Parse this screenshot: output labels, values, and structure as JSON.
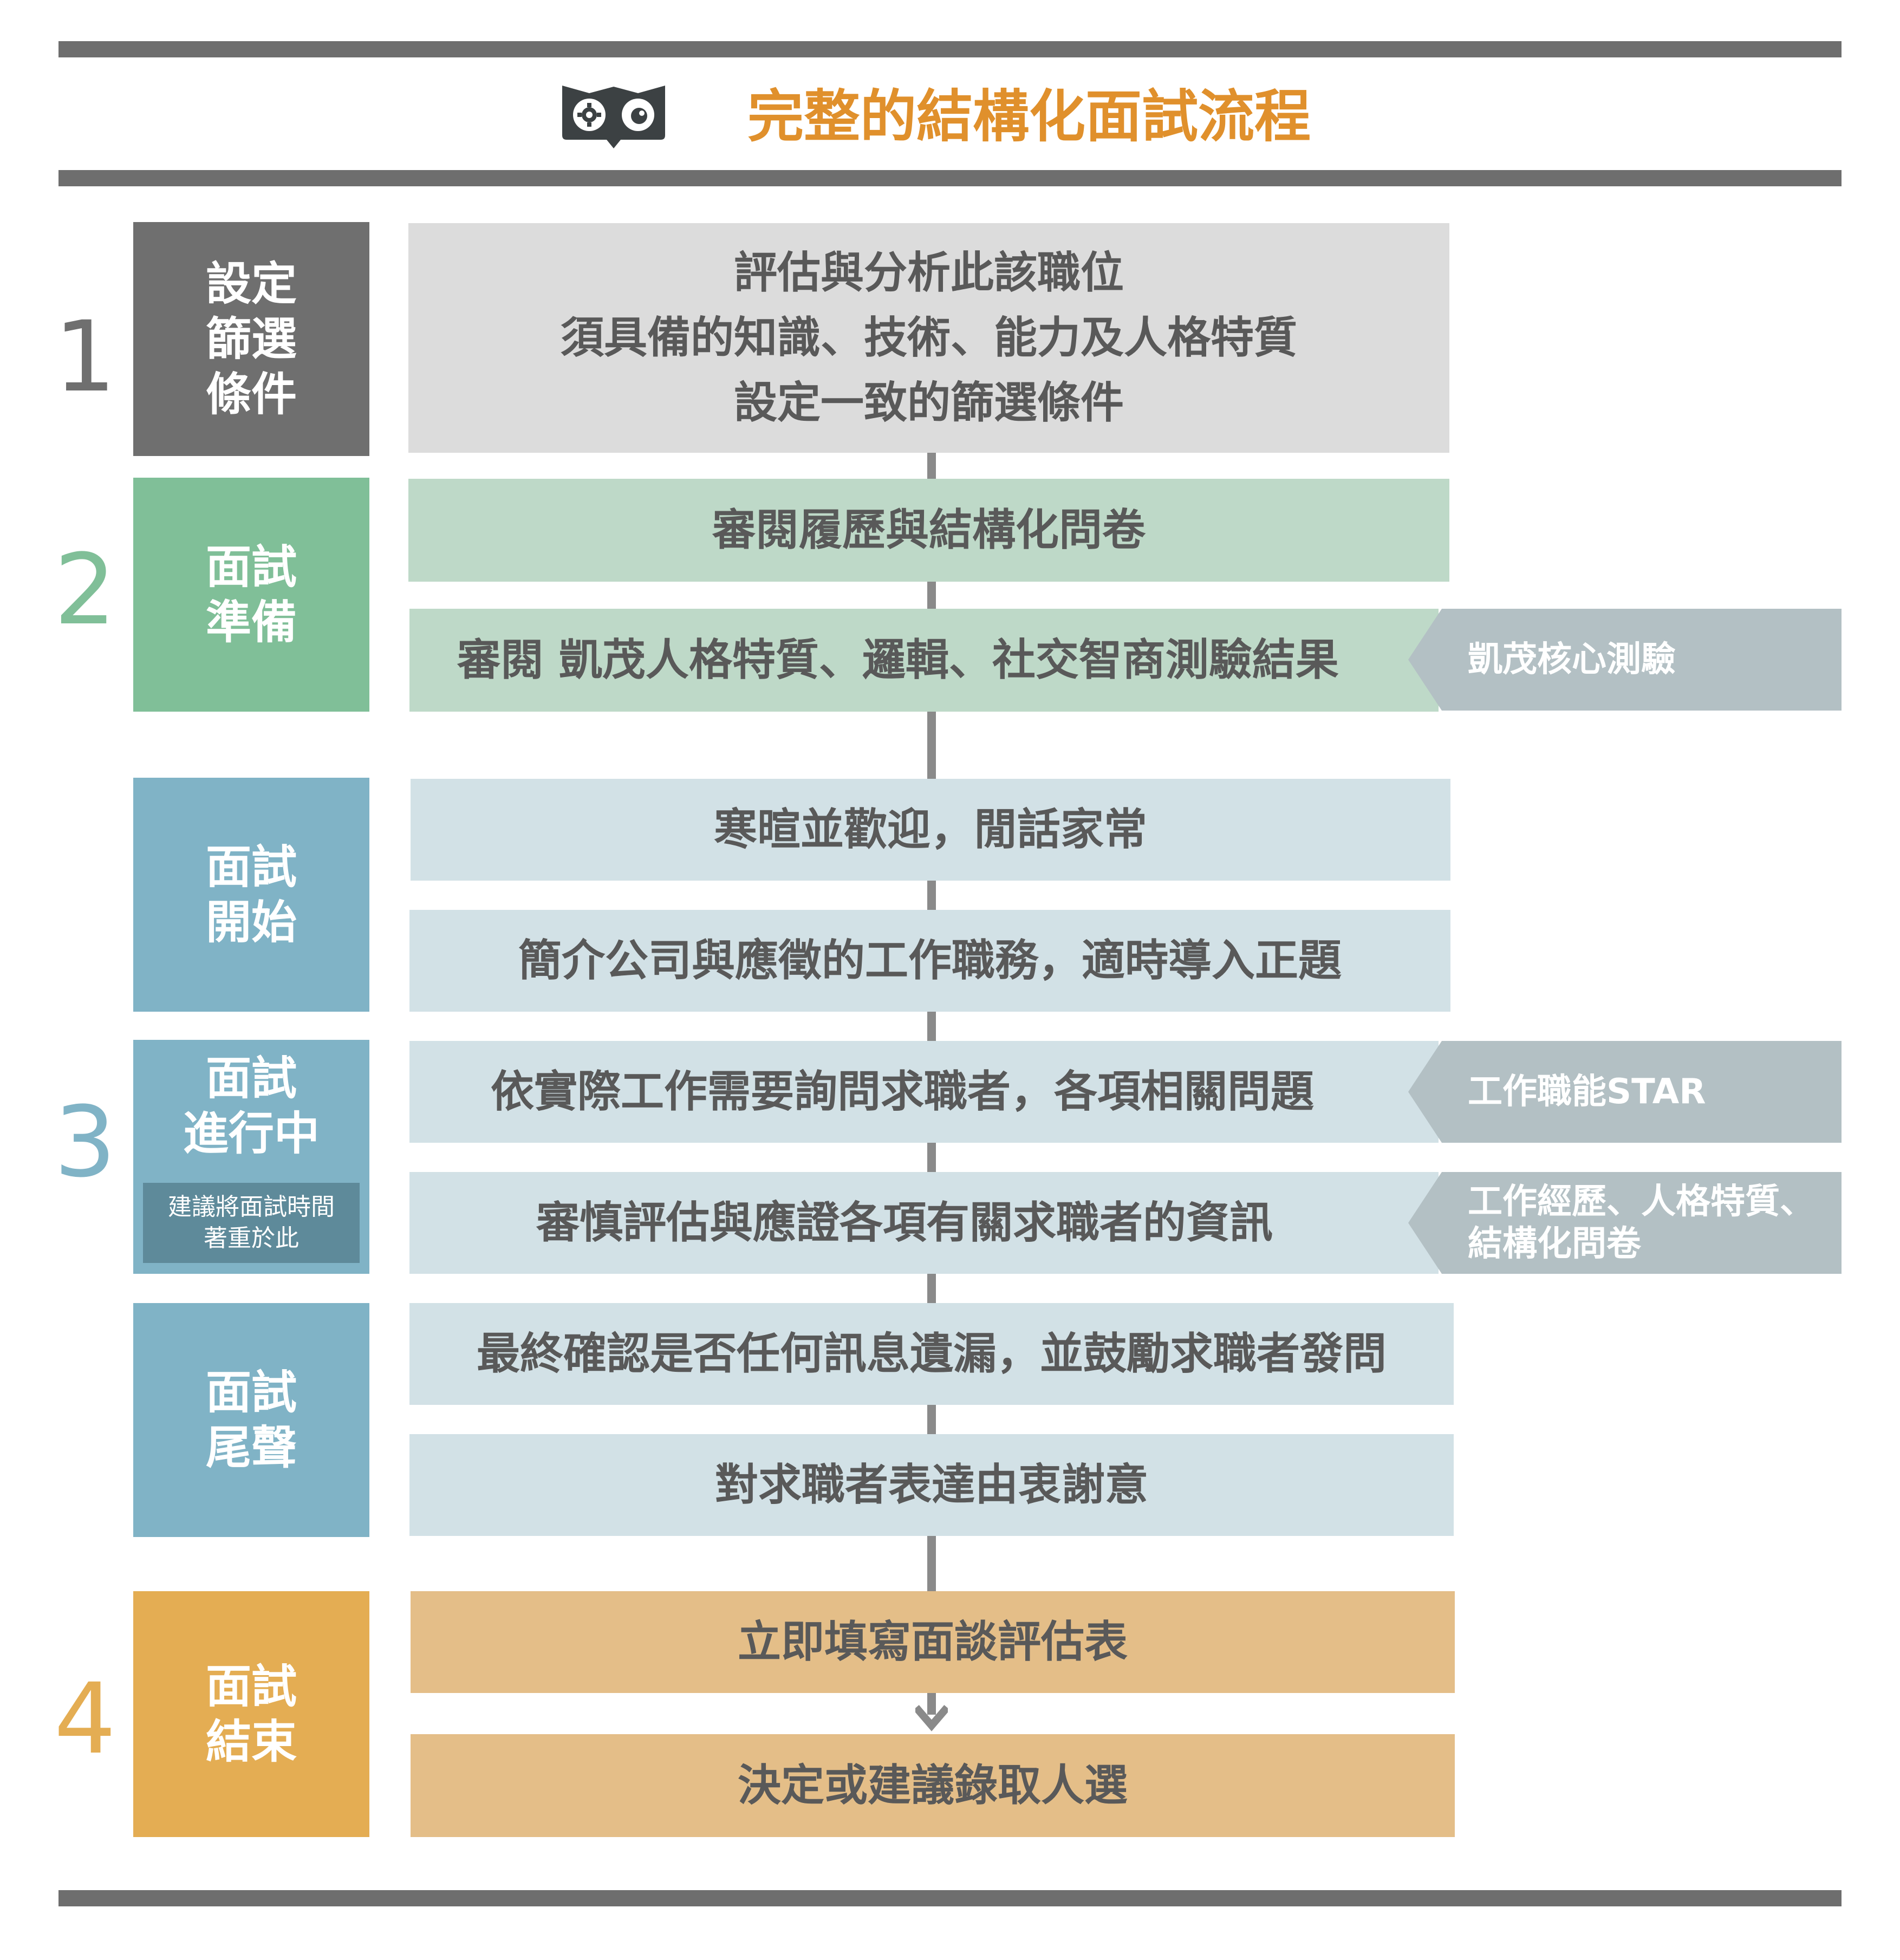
{
  "header": {
    "title": "完整的結構化面試流程",
    "logo_icon": "owl-eyes-logo-icon"
  },
  "colors": {
    "rule": "#6e6e6e",
    "title": "#e0902c",
    "phase1": "#6f6f6f",
    "phase2": "#80bf98",
    "phase3": "#80b3c6",
    "phase4": "#e4ad53",
    "box1": "#dcdcdc",
    "box2": "#bed9c8",
    "box3": "#d2e1e6",
    "box4": "#e4be88",
    "tag": "#b3c0c4"
  },
  "phases": [
    {
      "number": "1",
      "label": "設定\n篩選\n條件"
    },
    {
      "number": "2",
      "label": "面試\n準備"
    },
    {
      "number": "3",
      "label": "面試\n開始",
      "label2": "面試\n進行中",
      "note": "建議將面試時間\n著重於此",
      "label3": "面試\n尾聲"
    },
    {
      "number": "4",
      "label": "面試\n結束"
    }
  ],
  "steps": [
    "評估與分析此該職位\n須具備的知識、技術、能力及人格特質\n設定一致的篩選條件",
    "審閱履歷與結構化問卷",
    "審閱 凱茂人格特質、邏輯、社交智商測驗結果",
    "寒暄並歡迎，閒話家常",
    "簡介公司與應徵的工作職務，適時導入正題",
    "依實際工作需要詢問求職者，各項相關問題",
    "審慎評估與應證各項有關求職者的資訊",
    "最終確認是否任何訊息遺漏，並鼓勵求職者發問",
    "對求職者表達由衷謝意",
    "立即填寫面談評估表",
    "決定或建議錄取人選"
  ],
  "tags": [
    "凱茂核心測驗",
    "工作職能STAR",
    "工作經歷、人格特質、\n結構化問卷"
  ]
}
